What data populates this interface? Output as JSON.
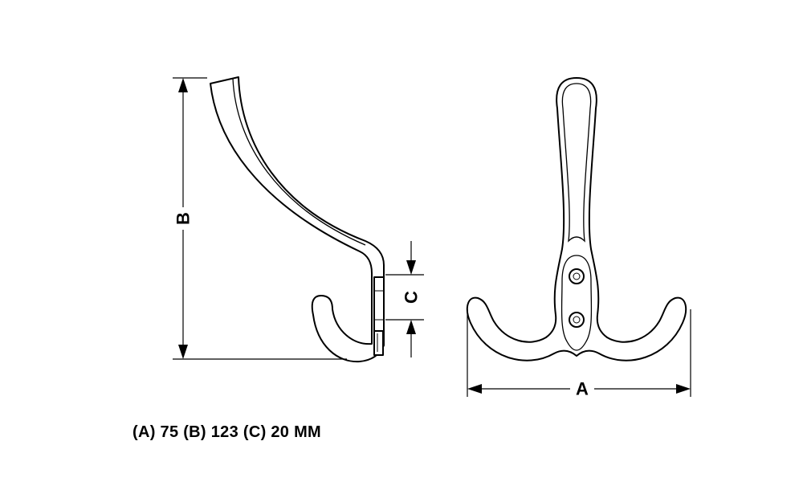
{
  "dimensions": {
    "a_label": "A",
    "b_label": "B",
    "c_label": "C"
  },
  "caption": "(A) 75 (B) 123 (C) 20 MM"
}
